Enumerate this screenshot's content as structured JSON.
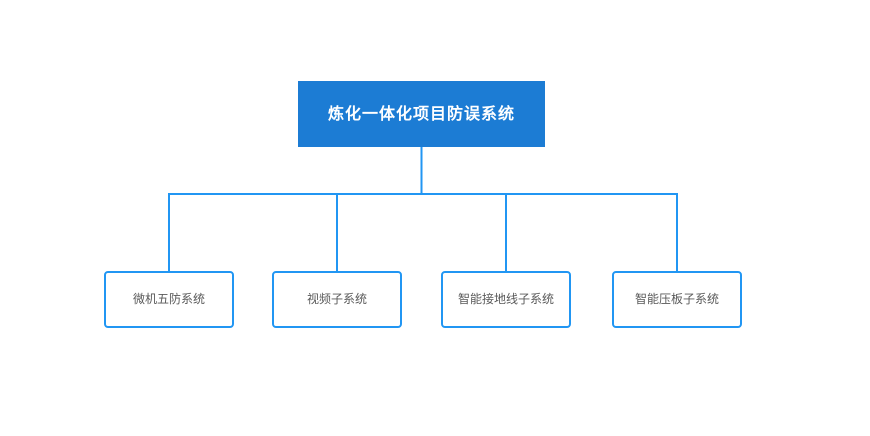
{
  "diagram": {
    "root": {
      "label": "炼化一体化项目防误系统"
    },
    "children": [
      {
        "label": "微机五防系统"
      },
      {
        "label": "视频子系统"
      },
      {
        "label": "智能接地线子系统"
      },
      {
        "label": "智能压板子系统"
      }
    ]
  },
  "colors": {
    "background": "#ffffff",
    "root_fill": "#1c7cd4",
    "root_text": "#ffffff",
    "connector": "#2196f3",
    "child_fill": "#ffffff",
    "child_border": "#2196f3",
    "child_text": "#595959"
  }
}
